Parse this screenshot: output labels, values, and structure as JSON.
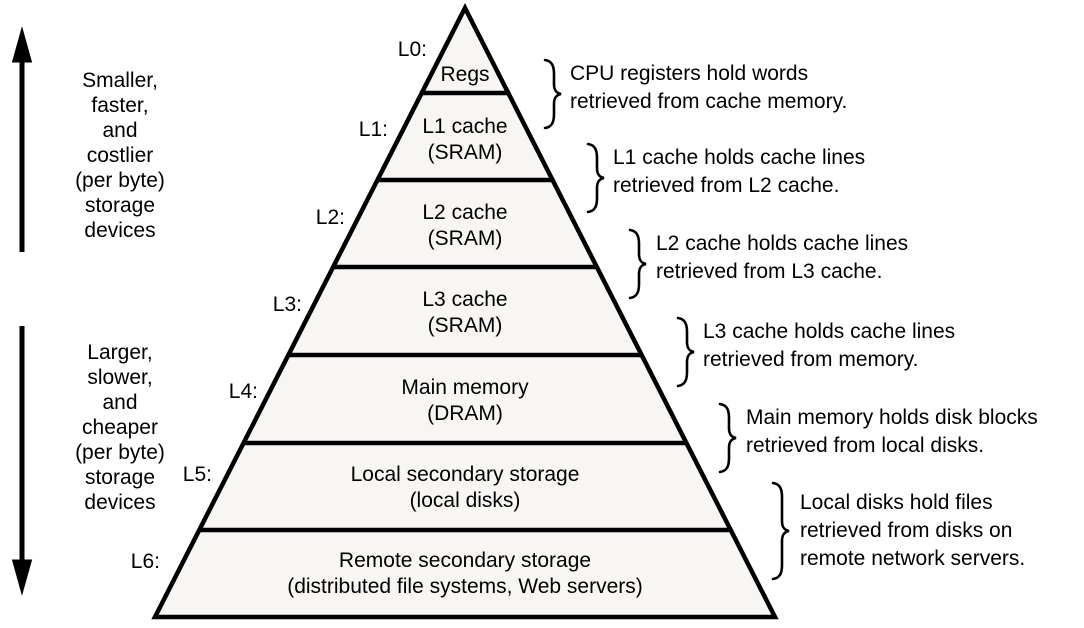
{
  "left_legend": {
    "top_lines": [
      "Smaller,",
      "faster,",
      "and",
      "costlier",
      "(per byte)",
      "storage",
      "devices"
    ],
    "bottom_lines": [
      "Larger,",
      "slower,",
      "and",
      "cheaper",
      "(per byte)",
      "storage",
      "devices"
    ]
  },
  "pyramid": {
    "levels": [
      {
        "label": "L0:",
        "name_lines": [
          "Regs"
        ]
      },
      {
        "label": "L1:",
        "name_lines": [
          "L1 cache",
          "(SRAM)"
        ]
      },
      {
        "label": "L2:",
        "name_lines": [
          "L2 cache",
          "(SRAM)"
        ]
      },
      {
        "label": "L3:",
        "name_lines": [
          "L3 cache",
          "(SRAM)"
        ]
      },
      {
        "label": "L4:",
        "name_lines": [
          "Main memory",
          "(DRAM)"
        ]
      },
      {
        "label": "L5:",
        "name_lines": [
          "Local secondary storage",
          "(local disks)"
        ]
      },
      {
        "label": "L6:",
        "name_lines": [
          "Remote secondary storage",
          "(distributed file systems, Web servers)"
        ]
      }
    ]
  },
  "annotations": [
    {
      "lines": [
        "CPU registers hold words",
        "retrieved from cache memory."
      ]
    },
    {
      "lines": [
        "L1 cache holds cache lines",
        "retrieved from L2 cache."
      ]
    },
    {
      "lines": [
        "L2 cache holds cache lines",
        "retrieved from L3 cache."
      ]
    },
    {
      "lines": [
        "L3 cache holds cache lines",
        "retrieved from memory."
      ]
    },
    {
      "lines": [
        "Main memory holds disk blocks",
        "retrieved from local disks."
      ]
    },
    {
      "lines": [
        "Local disks hold files",
        "retrieved from disks on",
        "remote network servers."
      ]
    }
  ],
  "colors": {
    "ink": "#000000",
    "pyramid_fill": "#f7f6f2",
    "background": "#ffffff"
  }
}
